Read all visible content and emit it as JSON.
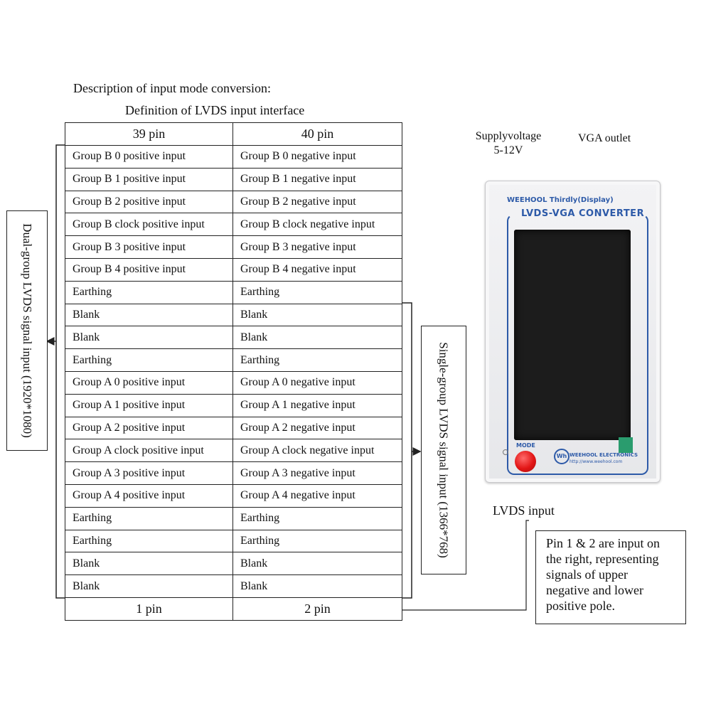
{
  "heading": "Description of input mode conversion:",
  "subheading": "Definition  of LVDS  input interface",
  "table": {
    "header": [
      "39 pin",
      "40 pin"
    ],
    "rows": [
      [
        "Group B 0 positive input",
        "Group B 0 negative input"
      ],
      [
        "Group B 1 positive input",
        "Group B 1 negative input"
      ],
      [
        "Group B 2 positive input",
        "Group B 2 negative input"
      ],
      [
        "Group B clock positive input",
        "Group B clock negative input"
      ],
      [
        "Group B 3 positive input",
        "Group B 3 negative input"
      ],
      [
        "Group B 4 positive input",
        "Group B 4 negative input"
      ],
      [
        "Earthing",
        "Earthing"
      ],
      [
        "Blank",
        "Blank"
      ],
      [
        "Blank",
        "Blank"
      ],
      [
        "Earthing",
        "Earthing"
      ],
      [
        "Group A 0 positive input",
        "Group A 0 negative input"
      ],
      [
        "Group A 1 positive input",
        "Group A 1 negative input"
      ],
      [
        "Group A 2 positive input",
        "Group A 2 negative input"
      ],
      [
        "Group A clock positive input",
        "Group A clock negative input"
      ],
      [
        "Group A 3 positive input",
        "Group A 3 negative input"
      ],
      [
        "Group A 4 positive input",
        "Group A 4 negative input"
      ],
      [
        "Earthing",
        "Earthing"
      ],
      [
        "Earthing",
        "Earthing"
      ],
      [
        "Blank",
        "Blank"
      ],
      [
        "Blank",
        "Blank"
      ]
    ],
    "footer": [
      "1 pin",
      "2 pin"
    ]
  },
  "dual_group_label": "Dual-group LVDS signal input (1920*1080)",
  "single_group_label": "Single-group LVDS signal input (1366*768)",
  "supply_voltage": {
    "line1": "Supplyvoltage",
    "line2": "5-12V"
  },
  "vga_outlet": "VGA outlet",
  "lvds_input": "LVDS  input",
  "note": {
    "line1": "Pin 1 & 2 are input on",
    "line2": "the right, representing",
    "line3": "signals of upper",
    "line4": "negative and lower",
    "line5": "positive pole."
  },
  "device": {
    "brand": "WEEHOOL Thirdly(Display)",
    "model": "LVDS-VGA CONVERTER",
    "mode_label": "MODE",
    "logo": "Wh",
    "maker": "WEEHOOL ELECTRONICS",
    "url": "http://www.weehool.com",
    "accent_color": "#2d5aa8",
    "button_color": "#e21616"
  }
}
